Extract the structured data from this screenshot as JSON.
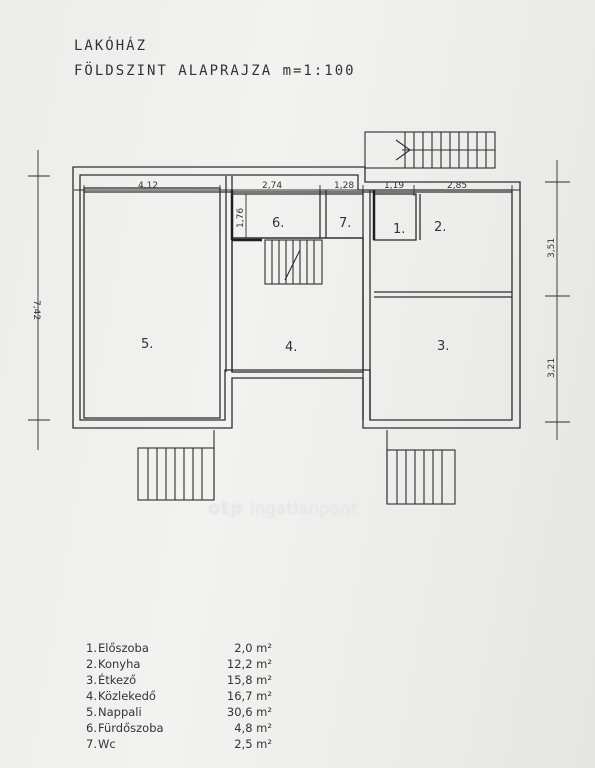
{
  "title": {
    "line1": "LAKÓHÁZ",
    "line2": "FÖLDSZINT ALAPRAJZA  m=1:100"
  },
  "dimensions": {
    "top": [
      "4,12",
      "2,74",
      "1,28",
      "1,19",
      "2,85"
    ],
    "left": "7,42",
    "right_upper": "3,51",
    "right_lower": "3,21",
    "inner": "1,76"
  },
  "rooms": [
    {
      "label": "1."
    },
    {
      "label": "2."
    },
    {
      "label": "3."
    },
    {
      "label": "4."
    },
    {
      "label": "5."
    },
    {
      "label": "6."
    },
    {
      "label": "7."
    }
  ],
  "watermark": {
    "brand": "otp",
    "text": "ingatlanpont"
  },
  "legend": [
    {
      "num": "1.",
      "name": "Előszoba",
      "area": "2,0 m²"
    },
    {
      "num": "2.",
      "name": "Konyha",
      "area": "12,2 m²"
    },
    {
      "num": "3.",
      "name": "Étkező",
      "area": "15,8 m²"
    },
    {
      "num": "4.",
      "name": "Közlekedő",
      "area": "16,7 m²"
    },
    {
      "num": "5.",
      "name": "Nappali",
      "area": "30,6 m²"
    },
    {
      "num": "6.",
      "name": "Fürdőszoba",
      "area": "4,8 m²"
    },
    {
      "num": "7.",
      "name": "Wc",
      "area": "2,5 m²"
    }
  ],
  "colors": {
    "ink": "#2a2a2a",
    "paper": "#efefed"
  }
}
